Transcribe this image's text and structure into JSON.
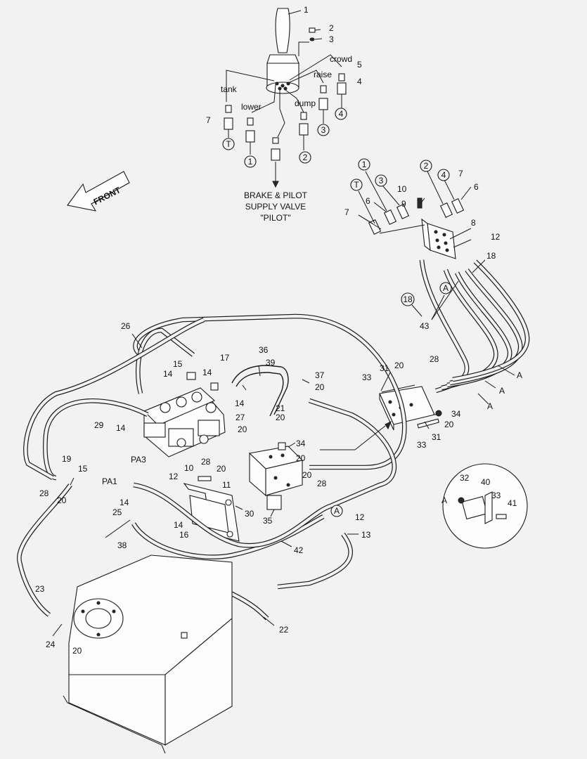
{
  "joystick_labels": {
    "tank": "tank",
    "lower": "lower",
    "dump": "dump",
    "raise": "raise",
    "crowd": "crowd"
  },
  "pilot_caption": [
    "BRAKE & PILOT",
    "SUPPLY VALVE",
    "\"PILOT\""
  ],
  "front_label": "FRONT",
  "valve_labels": {
    "pa1": "PA1",
    "pa3": "PA3"
  },
  "detail_letter": "A",
  "circled": {
    "t": "T",
    "one": "1",
    "two": "2",
    "three": "3",
    "four": "4",
    "a": "A",
    "eighteen": "18"
  },
  "callouts": {
    "n1": "1",
    "n2": "2",
    "n3": "3",
    "n4": "4",
    "n5": "5",
    "n6": "6",
    "n7": "7",
    "n8": "8",
    "n9": "9",
    "n10": "10",
    "n11": "11",
    "n12": "12",
    "n13": "13",
    "n14": "14",
    "n15": "15",
    "n16": "16",
    "n17": "17",
    "n19": "19",
    "n20": "20",
    "n21": "21",
    "n22": "22",
    "n23": "23",
    "n24": "24",
    "n25": "25",
    "n26": "26",
    "n27": "27",
    "n28": "28",
    "n29": "29",
    "n30": "30",
    "n31": "31",
    "n32": "32",
    "n33": "33",
    "n34": "34",
    "n35": "35",
    "n36": "36",
    "n37": "37",
    "n38": "38",
    "n39": "39",
    "n40": "40",
    "n41": "41",
    "n42": "42",
    "n43": "43",
    "a": "A"
  }
}
